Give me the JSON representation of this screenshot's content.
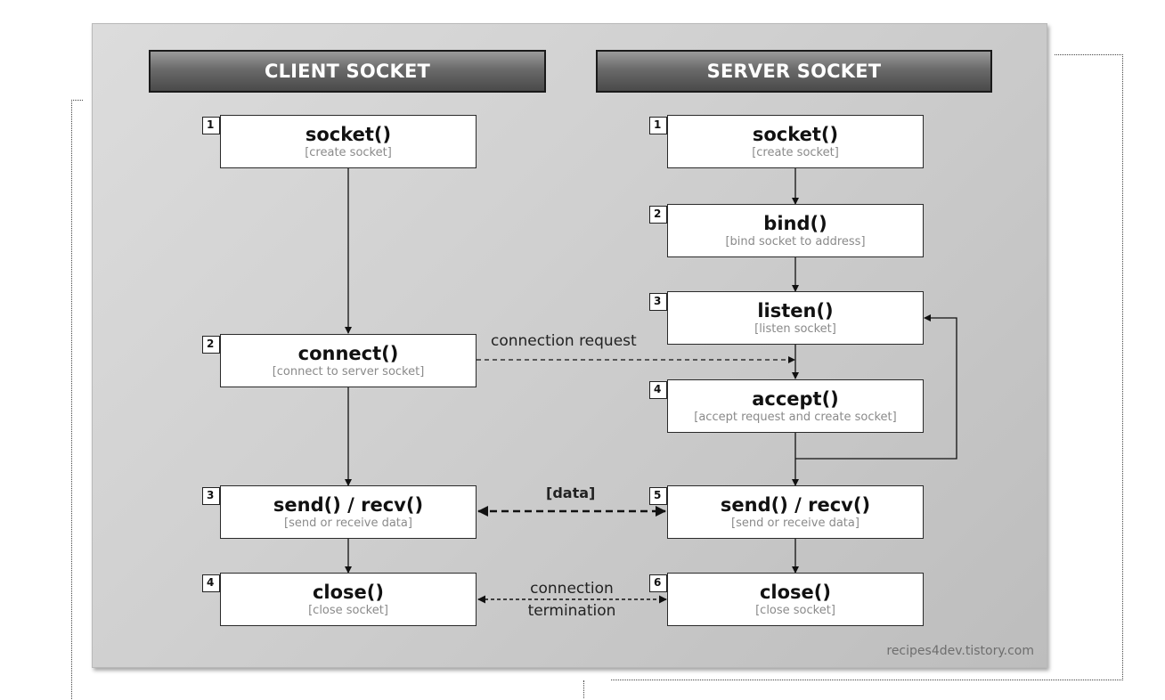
{
  "headers": {
    "client": "CLIENT SOCKET",
    "server": "SERVER SOCKET"
  },
  "client_steps": [
    {
      "num": "1",
      "fn": "socket()",
      "desc": "[create socket]"
    },
    {
      "num": "2",
      "fn": "connect()",
      "desc": "[connect to server socket]"
    },
    {
      "num": "3",
      "fn": "send() / recv()",
      "desc": "[send or receive data]"
    },
    {
      "num": "4",
      "fn": "close()",
      "desc": "[close socket]"
    }
  ],
  "server_steps": [
    {
      "num": "1",
      "fn": "socket()",
      "desc": "[create socket]"
    },
    {
      "num": "2",
      "fn": "bind()",
      "desc": "[bind socket to address]"
    },
    {
      "num": "3",
      "fn": "listen()",
      "desc": "[listen socket]"
    },
    {
      "num": "4",
      "fn": "accept()",
      "desc": "[accept request and create socket]"
    },
    {
      "num": "5",
      "fn": "send() / recv()",
      "desc": "[send or receive data]"
    },
    {
      "num": "6",
      "fn": "close()",
      "desc": "[close socket]"
    }
  ],
  "edge_labels": {
    "connection_request": "connection request",
    "data": "[data]",
    "termination_line1": "connection",
    "termination_line2": "termination"
  },
  "watermark": "recipes4dev.tistory.com",
  "colors": {
    "panel": "#cfcfcf",
    "header": "#5a5a5a",
    "box": "#ffffff",
    "desc_text": "#8a8a8a"
  }
}
